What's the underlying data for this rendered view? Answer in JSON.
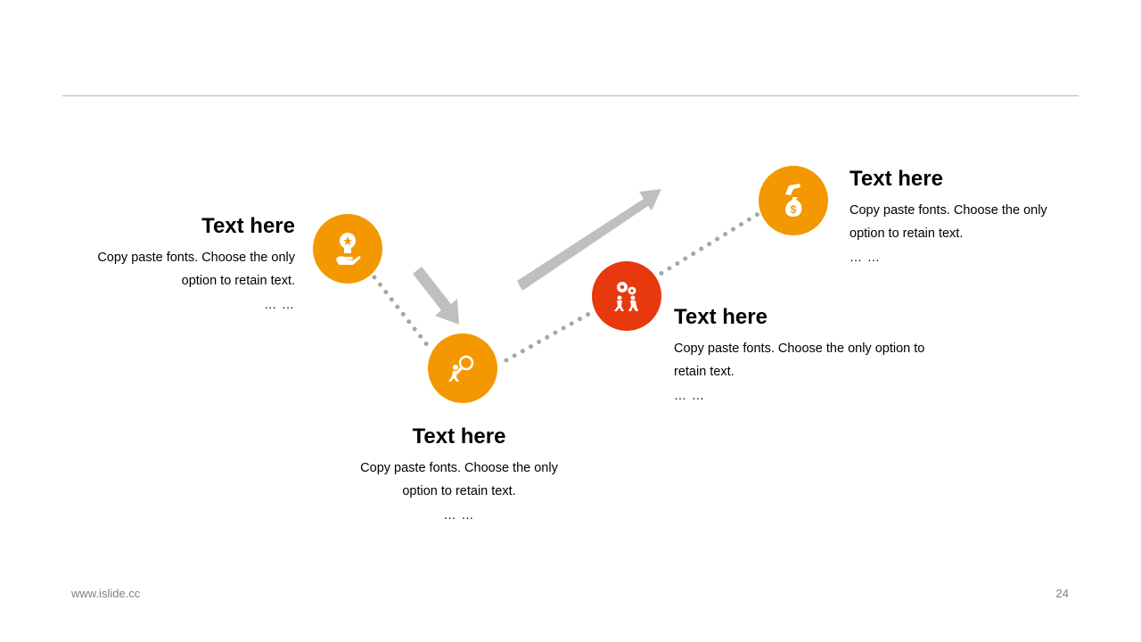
{
  "colors": {
    "orange": "#f39800",
    "red": "#e8380d",
    "connector": "#a6a6a6",
    "arrow": "#bfbfbf",
    "rule": "#b4b4b4"
  },
  "steps": [
    {
      "title": "Text here",
      "body": "Copy paste fonts. Choose the only option to retain text.",
      "ellipsis": "… …",
      "icon": "lightbulb-in-hand-icon",
      "color": "orange"
    },
    {
      "title": "Text here",
      "body": "Copy paste fonts. Choose the only option to retain text.",
      "ellipsis": "… …",
      "icon": "person-with-magnifier-icon",
      "color": "orange"
    },
    {
      "title": "Text here",
      "body": "Copy paste fonts. Choose the only option to retain text.",
      "ellipsis": "… …",
      "icon": "people-with-gears-icon",
      "color": "red"
    },
    {
      "title": "Text here",
      "body": "Copy paste fonts. Choose the only option to retain text.",
      "ellipsis": "… …",
      "icon": "hand-with-money-bag-icon",
      "color": "orange"
    }
  ],
  "footer": {
    "url": "www.islide.cc",
    "page": "24"
  }
}
